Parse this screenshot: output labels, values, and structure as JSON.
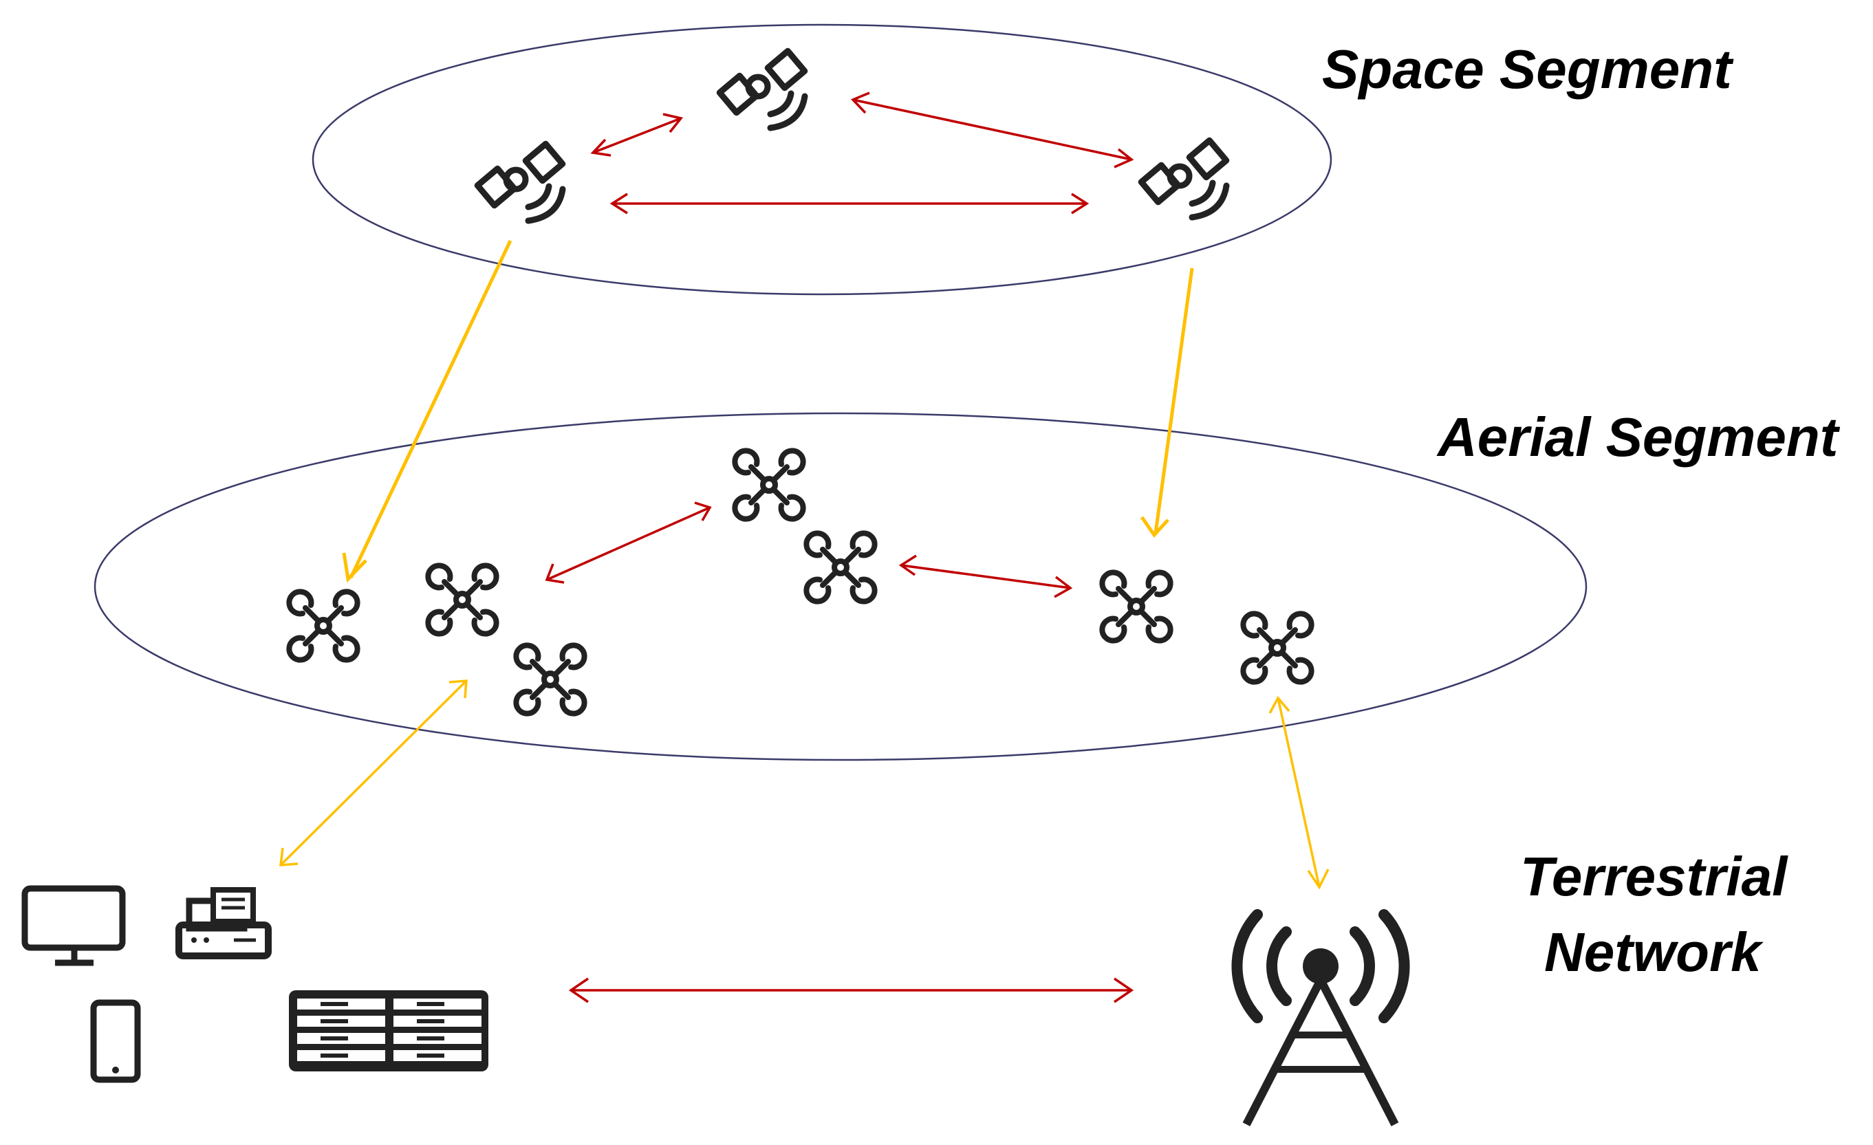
{
  "labels": {
    "space": "Space Segment",
    "aerial": "Aerial Segment",
    "terrestrial_line1": "Terrestrial",
    "terrestrial_line2": "Network"
  },
  "colors": {
    "ellipse_stroke": "#3a3a6a",
    "intra_link": "#c00000",
    "inter_link": "#ffc000",
    "icon": "#222222"
  },
  "icons": {
    "satellites": [
      "satellite-icon",
      "satellite-icon",
      "satellite-icon"
    ],
    "drones": [
      "drone-icon",
      "drone-icon",
      "drone-icon",
      "drone-icon",
      "drone-icon",
      "drone-icon",
      "drone-icon"
    ],
    "terrestrial_devices": [
      "monitor-icon",
      "printer-icon",
      "smartphone-icon",
      "server-rack-icon",
      "cell-tower-icon"
    ]
  }
}
